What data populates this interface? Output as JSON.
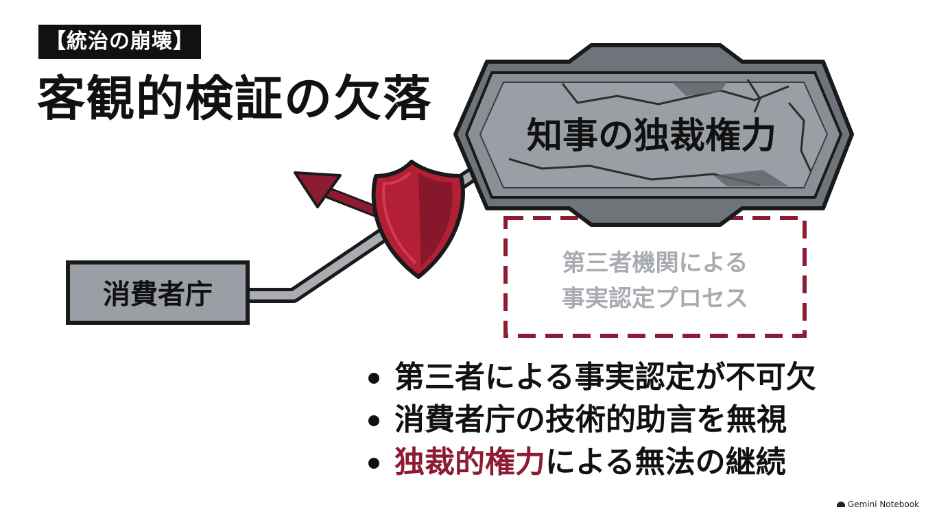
{
  "tag": "【統治の崩壊】",
  "title": "客観的検証の欠落",
  "nodes": {
    "governor": "知事の独裁権力",
    "agency": "消費者庁",
    "third_party": [
      "第三者機関による",
      "事実認定プロセス"
    ]
  },
  "bullets": [
    [
      {
        "text": "第三者による事実認定が不可欠",
        "accent": false
      }
    ],
    [
      {
        "text": "消費者庁の技術的助言を無視",
        "accent": false
      }
    ],
    [
      {
        "text": "独裁的権力",
        "accent": true
      },
      {
        "text": "による無法の継続",
        "accent": false
      }
    ]
  ],
  "watermark": "Gemini Notebook",
  "colors": {
    "accent": "#8d1c33",
    "dark": "#1a1a1a",
    "steel": "#8a8f96",
    "steel_light": "#a9adb3",
    "box_fill": "#9a9ea5",
    "faded_text": "#a8abb0"
  }
}
